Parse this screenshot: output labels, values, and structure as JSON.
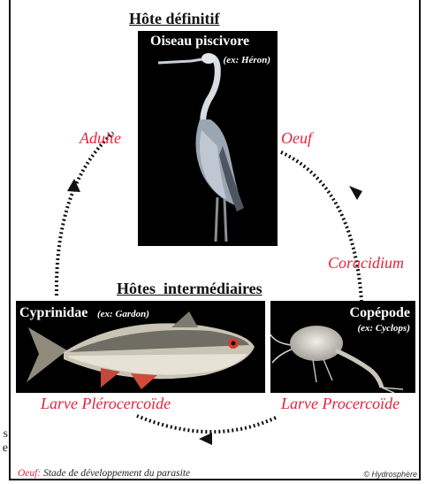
{
  "edge_fragments": [
    "s",
    "e"
  ],
  "definitive_host": {
    "title": "Hôte définitif",
    "caption": "Oiseau piscivore",
    "example": "(ex: Héron)",
    "icon": "heron-photo"
  },
  "intermediate_hosts": {
    "title": "Hôtes  intermédiaires",
    "fish": {
      "caption": "Cyprinidae",
      "example": "(ex: Gardon)",
      "icon": "roach-fish-photo"
    },
    "copepod": {
      "caption": "Copépode",
      "example": "(ex: Cyclops)",
      "icon": "copepod-photo"
    }
  },
  "stages": {
    "adult": "Adulte",
    "egg": "Oeuf",
    "coracidium": "Coracidium",
    "plerocercoid": "Larve  Plérocercoïde",
    "procercoid": "Larve Procercoïde"
  },
  "footer": {
    "legend_key": "Oeuf:",
    "legend_text": " Stade de développement du parasite",
    "credit": "© Hydrosphère"
  },
  "colors": {
    "stage_text": "#e5233b",
    "arrow": "#111111",
    "photo_bg": "#000000"
  }
}
